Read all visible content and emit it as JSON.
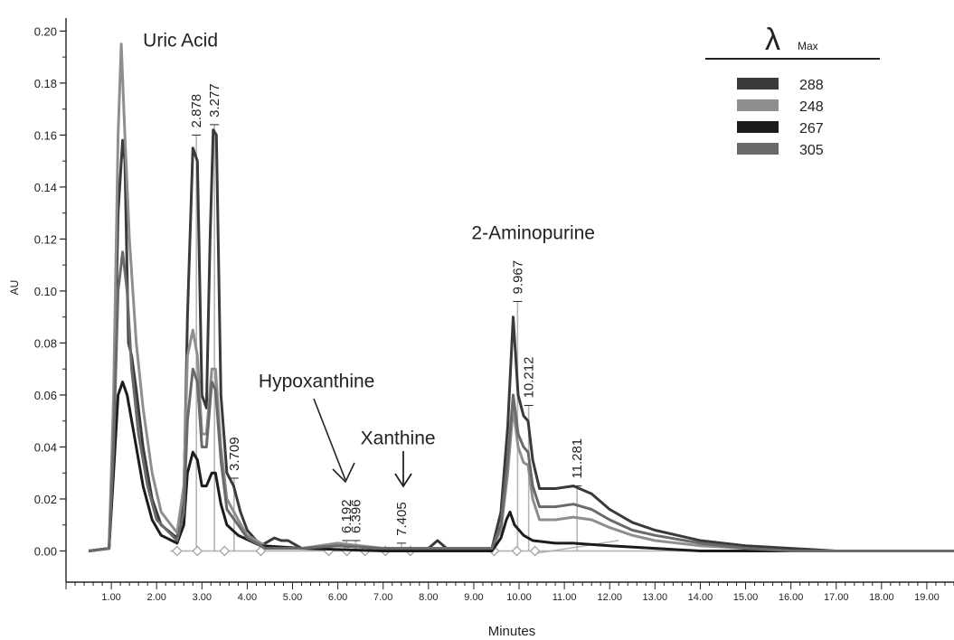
{
  "chart_data": {
    "type": "line",
    "xlabel": "Minutes",
    "ylabel": "AU",
    "xlim": [
      0,
      19.6
    ],
    "ylim": [
      -0.012,
      0.205
    ],
    "grid": false,
    "x_ticks": [
      "1.00",
      "2.00",
      "3.00",
      "4.00",
      "5.00",
      "6.00",
      "7.00",
      "8.00",
      "9.00",
      "10.00",
      "11.00",
      "12.00",
      "13.00",
      "14.00",
      "15.00",
      "16.00",
      "17.00",
      "18.00",
      "19.00"
    ],
    "x_tick_values": [
      1,
      2,
      3,
      4,
      5,
      6,
      7,
      8,
      9,
      10,
      11,
      12,
      13,
      14,
      15,
      16,
      17,
      18,
      19
    ],
    "y_ticks": [
      "0.00",
      "0.02",
      "0.04",
      "0.06",
      "0.08",
      "0.10",
      "0.12",
      "0.14",
      "0.16",
      "0.18",
      "0.20"
    ],
    "y_tick_values": [
      0,
      0.02,
      0.04,
      0.06,
      0.08,
      0.1,
      0.12,
      0.14,
      0.16,
      0.18,
      0.2
    ],
    "legend": {
      "title_symbol": "λ",
      "title_sub": "Max",
      "position": "top-right",
      "entries": [
        "288",
        "248",
        "267",
        "305"
      ]
    },
    "compound_labels": [
      {
        "text": "Uric Acid",
        "x": 1.7,
        "y": 0.194
      },
      {
        "text": "Hypoxanthine",
        "x": 4.25,
        "y": 0.063
      },
      {
        "text": "Xanthine",
        "x": 6.5,
        "y": 0.041
      },
      {
        "text": "2-Aminopurine",
        "x": 8.95,
        "y": 0.12
      }
    ],
    "peak_labels": [
      {
        "text": "2.878",
        "x": 2.878,
        "y": 0.16
      },
      {
        "text": "3.277",
        "x": 3.277,
        "y": 0.164
      },
      {
        "text": "3.709",
        "x": 3.709,
        "y": 0.028
      },
      {
        "text": "6.192",
        "x": 6.192,
        "y": 0.004
      },
      {
        "text": "6.396",
        "x": 6.396,
        "y": 0.004
      },
      {
        "text": "7.405",
        "x": 7.405,
        "y": 0.003
      },
      {
        "text": "9.967",
        "x": 9.967,
        "y": 0.096
      },
      {
        "text": "10.212",
        "x": 10.212,
        "y": 0.056
      },
      {
        "text": "11.281",
        "x": 11.281,
        "y": 0.025
      }
    ],
    "series": [
      {
        "color": "#3a3a3a",
        "width": 3,
        "points": [
          [
            0.5,
            0
          ],
          [
            0.95,
            0.001
          ],
          [
            1.05,
            0.05
          ],
          [
            1.15,
            0.13
          ],
          [
            1.25,
            0.158
          ],
          [
            1.3,
            0.15
          ],
          [
            1.38,
            0.08
          ],
          [
            1.45,
            0.075
          ],
          [
            1.55,
            0.062
          ],
          [
            1.7,
            0.04
          ],
          [
            1.9,
            0.02
          ],
          [
            2.1,
            0.01
          ],
          [
            2.45,
            0.005
          ],
          [
            2.6,
            0.02
          ],
          [
            2.68,
            0.09
          ],
          [
            2.8,
            0.155
          ],
          [
            2.9,
            0.15
          ],
          [
            3.0,
            0.06
          ],
          [
            3.1,
            0.055
          ],
          [
            3.18,
            0.12
          ],
          [
            3.25,
            0.162
          ],
          [
            3.32,
            0.16
          ],
          [
            3.42,
            0.06
          ],
          [
            3.55,
            0.03
          ],
          [
            3.7,
            0.025
          ],
          [
            3.85,
            0.015
          ],
          [
            4.0,
            0.008
          ],
          [
            4.3,
            0.002
          ],
          [
            4.6,
            0.005
          ],
          [
            4.75,
            0.004
          ],
          [
            4.9,
            0.004
          ],
          [
            5.2,
            0.001
          ],
          [
            6.0,
            0.002
          ],
          [
            7.0,
            0.001
          ],
          [
            8.0,
            0.001
          ],
          [
            8.2,
            0.004
          ],
          [
            8.4,
            0.001
          ],
          [
            9.4,
            0.001
          ],
          [
            9.6,
            0.015
          ],
          [
            9.75,
            0.048
          ],
          [
            9.87,
            0.09
          ],
          [
            9.98,
            0.06
          ],
          [
            10.1,
            0.052
          ],
          [
            10.2,
            0.05
          ],
          [
            10.3,
            0.035
          ],
          [
            10.45,
            0.024
          ],
          [
            10.8,
            0.024
          ],
          [
            11.2,
            0.025
          ],
          [
            11.6,
            0.022
          ],
          [
            12.0,
            0.016
          ],
          [
            12.5,
            0.011
          ],
          [
            13.0,
            0.008
          ],
          [
            14.0,
            0.004
          ],
          [
            15.0,
            0.002
          ],
          [
            16.0,
            0.001
          ],
          [
            17.0,
            0.0
          ],
          [
            19.6,
            0.0
          ]
        ]
      },
      {
        "color": "#8e8e8e",
        "width": 3,
        "points": [
          [
            0.5,
            0
          ],
          [
            0.95,
            0.001
          ],
          [
            1.05,
            0.06
          ],
          [
            1.15,
            0.16
          ],
          [
            1.22,
            0.195
          ],
          [
            1.3,
            0.16
          ],
          [
            1.4,
            0.12
          ],
          [
            1.55,
            0.08
          ],
          [
            1.7,
            0.055
          ],
          [
            1.9,
            0.03
          ],
          [
            2.1,
            0.015
          ],
          [
            2.45,
            0.007
          ],
          [
            2.6,
            0.025
          ],
          [
            2.68,
            0.075
          ],
          [
            2.8,
            0.085
          ],
          [
            2.9,
            0.075
          ],
          [
            3.0,
            0.045
          ],
          [
            3.1,
            0.045
          ],
          [
            3.22,
            0.07
          ],
          [
            3.3,
            0.07
          ],
          [
            3.42,
            0.04
          ],
          [
            3.55,
            0.02
          ],
          [
            3.8,
            0.012
          ],
          [
            4.0,
            0.006
          ],
          [
            4.4,
            0.002
          ],
          [
            5.2,
            0.001
          ],
          [
            6.0,
            0.003
          ],
          [
            7.0,
            0.001
          ],
          [
            9.4,
            0.001
          ],
          [
            9.6,
            0.008
          ],
          [
            9.75,
            0.03
          ],
          [
            9.87,
            0.055
          ],
          [
            9.98,
            0.04
          ],
          [
            10.1,
            0.034
          ],
          [
            10.2,
            0.033
          ],
          [
            10.3,
            0.02
          ],
          [
            10.45,
            0.012
          ],
          [
            10.8,
            0.012
          ],
          [
            11.2,
            0.013
          ],
          [
            11.6,
            0.012
          ],
          [
            12.0,
            0.009
          ],
          [
            12.5,
            0.006
          ],
          [
            13.0,
            0.004
          ],
          [
            14.0,
            0.002
          ],
          [
            15.0,
            0.001
          ],
          [
            16.0,
            0.0
          ],
          [
            19.6,
            0.0
          ]
        ]
      },
      {
        "color": "#1c1c1c",
        "width": 3,
        "points": [
          [
            0.5,
            0
          ],
          [
            0.95,
            0.001
          ],
          [
            1.05,
            0.03
          ],
          [
            1.15,
            0.06
          ],
          [
            1.25,
            0.065
          ],
          [
            1.35,
            0.06
          ],
          [
            1.5,
            0.045
          ],
          [
            1.7,
            0.025
          ],
          [
            1.9,
            0.012
          ],
          [
            2.1,
            0.006
          ],
          [
            2.45,
            0.003
          ],
          [
            2.6,
            0.01
          ],
          [
            2.68,
            0.03
          ],
          [
            2.8,
            0.038
          ],
          [
            2.9,
            0.035
          ],
          [
            3.0,
            0.025
          ],
          [
            3.1,
            0.025
          ],
          [
            3.22,
            0.03
          ],
          [
            3.3,
            0.03
          ],
          [
            3.42,
            0.018
          ],
          [
            3.55,
            0.01
          ],
          [
            3.8,
            0.006
          ],
          [
            4.3,
            0.002
          ],
          [
            5.2,
            0.001
          ],
          [
            7.0,
            0.0
          ],
          [
            9.4,
            0.0
          ],
          [
            9.6,
            0.005
          ],
          [
            9.72,
            0.012
          ],
          [
            9.8,
            0.015
          ],
          [
            9.9,
            0.01
          ],
          [
            10.1,
            0.006
          ],
          [
            10.3,
            0.004
          ],
          [
            10.8,
            0.003
          ],
          [
            11.2,
            0.003
          ],
          [
            12.0,
            0.002
          ],
          [
            13.0,
            0.001
          ],
          [
            14.0,
            0.0
          ],
          [
            19.6,
            0.0
          ]
        ]
      },
      {
        "color": "#6a6a6a",
        "width": 3,
        "points": [
          [
            0.5,
            0
          ],
          [
            0.95,
            0.001
          ],
          [
            1.05,
            0.04
          ],
          [
            1.15,
            0.1
          ],
          [
            1.25,
            0.115
          ],
          [
            1.35,
            0.1
          ],
          [
            1.45,
            0.07
          ],
          [
            1.6,
            0.045
          ],
          [
            1.8,
            0.025
          ],
          [
            2.0,
            0.012
          ],
          [
            2.45,
            0.004
          ],
          [
            2.6,
            0.015
          ],
          [
            2.68,
            0.05
          ],
          [
            2.8,
            0.07
          ],
          [
            2.9,
            0.065
          ],
          [
            3.0,
            0.04
          ],
          [
            3.1,
            0.04
          ],
          [
            3.22,
            0.065
          ],
          [
            3.3,
            0.062
          ],
          [
            3.42,
            0.035
          ],
          [
            3.55,
            0.016
          ],
          [
            3.8,
            0.01
          ],
          [
            4.0,
            0.005
          ],
          [
            4.4,
            0.001
          ],
          [
            5.2,
            0.001
          ],
          [
            6.0,
            0.002
          ],
          [
            7.0,
            0.001
          ],
          [
            9.4,
            0.001
          ],
          [
            9.6,
            0.01
          ],
          [
            9.75,
            0.035
          ],
          [
            9.87,
            0.06
          ],
          [
            9.98,
            0.045
          ],
          [
            10.1,
            0.04
          ],
          [
            10.2,
            0.038
          ],
          [
            10.3,
            0.025
          ],
          [
            10.45,
            0.017
          ],
          [
            10.8,
            0.017
          ],
          [
            11.2,
            0.018
          ],
          [
            11.6,
            0.016
          ],
          [
            12.0,
            0.012
          ],
          [
            12.5,
            0.008
          ],
          [
            13.0,
            0.006
          ],
          [
            14.0,
            0.003
          ],
          [
            15.0,
            0.001
          ],
          [
            16.0,
            0.0
          ],
          [
            19.6,
            0.0
          ]
        ]
      }
    ],
    "baseline_markers": [
      2.45,
      2.9,
      3.5,
      4.3,
      5.8,
      6.2,
      6.6,
      7.05,
      7.6,
      9.45,
      9.95,
      10.35
    ]
  }
}
